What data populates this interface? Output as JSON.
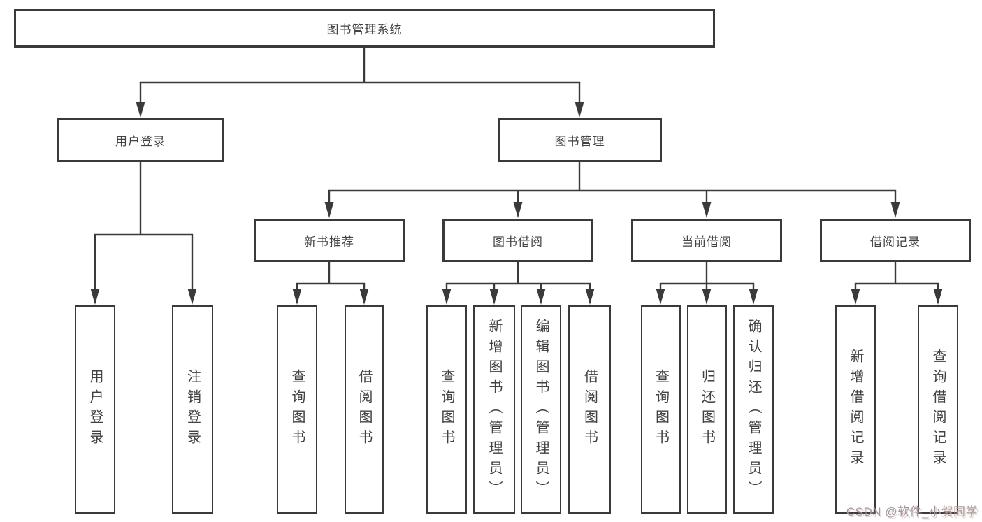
{
  "nodes": {
    "root": "图书管理系统",
    "level2": [
      "用户登录",
      "图书管理"
    ],
    "level3": [
      "新书推荐",
      "图书借阅",
      "当前借阅",
      "借阅记录"
    ],
    "leaves": [
      "用户登录",
      "注销登录",
      "查询图书",
      "借阅图书",
      "查询图书",
      "新增图书（管理员）",
      "编辑图书（管理员）",
      "借阅图书",
      "查询图书",
      "归还图书",
      "确认归还（管理员）",
      "新增借阅记录",
      "查询借阅记录"
    ]
  },
  "hierarchy": {
    "root": "图书管理系统",
    "children": [
      {
        "label": "用户登录",
        "children": [
          "用户登录",
          "注销登录"
        ]
      },
      {
        "label": "图书管理",
        "children": [
          {
            "label": "新书推荐",
            "children": [
              "查询图书",
              "借阅图书"
            ]
          },
          {
            "label": "图书借阅",
            "children": [
              "查询图书",
              "新增图书（管理员）",
              "编辑图书（管理员）",
              "借阅图书"
            ]
          },
          {
            "label": "当前借阅",
            "children": [
              "查询图书",
              "归还图书",
              "确认归还（管理员）"
            ]
          },
          {
            "label": "借阅记录",
            "children": [
              "新增借阅记录",
              "查询借阅记录"
            ]
          }
        ]
      }
    ]
  },
  "watermark": "CSDN @软件_小贺同学",
  "colors": {
    "line": "#3a3a3a",
    "text": "#424242",
    "background": "#ffffff",
    "watermark": "#9b9b9b",
    "watermark_accent": "#e79a9a"
  }
}
